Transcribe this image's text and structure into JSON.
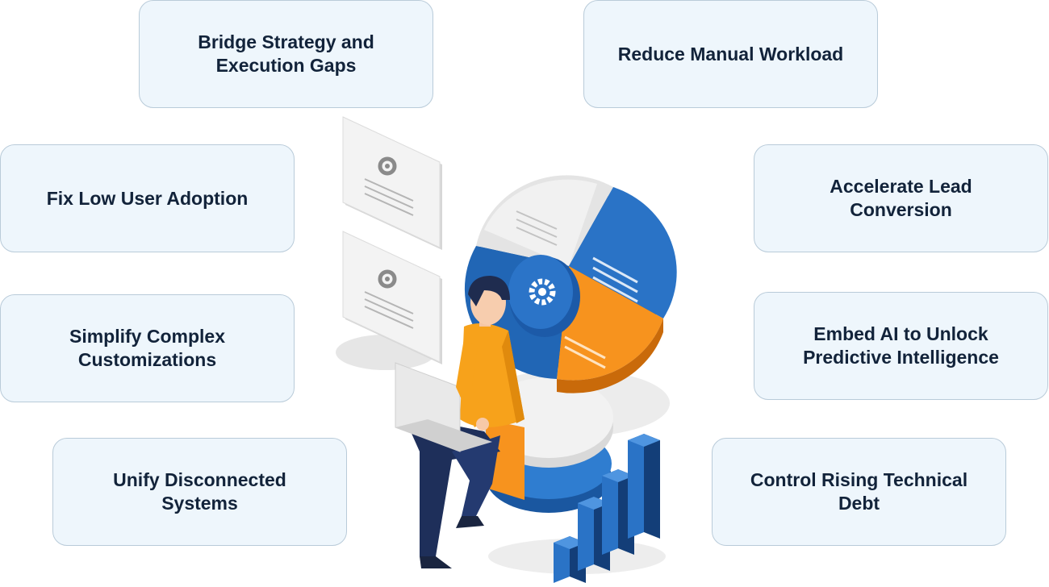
{
  "cards": [
    {
      "label": "Bridge Strategy and Execution Gaps"
    },
    {
      "label": "Reduce Manual Workload"
    },
    {
      "label": "Fix Low User Adoption"
    },
    {
      "label": "Accelerate Lead Conversion"
    },
    {
      "label": "Simplify Complex Customizations"
    },
    {
      "label": "Embed AI to Unlock Predictive Intelligence"
    },
    {
      "label": "Unify Disconnected Systems"
    },
    {
      "label": "Control Rising Technical Debt"
    }
  ],
  "colors": {
    "card_bg": "#eef6fc",
    "card_border": "#b9cbd9",
    "text": "#12233a",
    "blue": "#1f66b8",
    "orange": "#f7931e",
    "navy": "#1e2f5a"
  }
}
